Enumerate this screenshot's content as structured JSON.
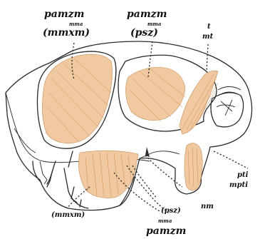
{
  "labels": {
    "top_left_main": "pamzm",
    "top_left_sub": "mma",
    "top_left_paren": "(mmxm)",
    "top_center_main": "pamzm",
    "top_center_sub": "mma",
    "top_center_paren": "(psz)",
    "top_right_t": "t",
    "top_right_mt": "mt",
    "right_pti": "pti",
    "right_mpti": "mpti",
    "bottom_left_paren": "(mmxm)",
    "bottom_center_paren": "(psz)",
    "bottom_nm": "nm",
    "bottom_sub": "mma",
    "bottom_main": "pamzm"
  },
  "colors": {
    "muscle_fill": "#f1c9a0",
    "muscle_stroke": "#c98a55",
    "line": "#2a2a2a"
  }
}
